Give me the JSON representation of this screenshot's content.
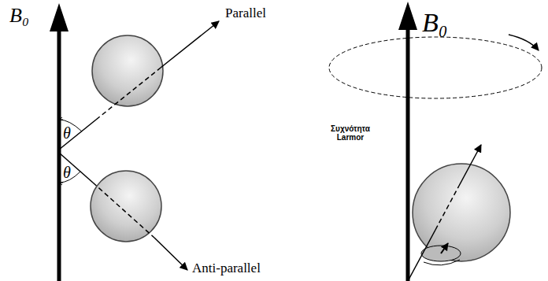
{
  "diagram": {
    "labels": [
      "B₀",
      "Parallel",
      "θ",
      "θ",
      "Anti-parallel",
      "B₀",
      "Συχνότητα Larmor"
    ]
  }
}
